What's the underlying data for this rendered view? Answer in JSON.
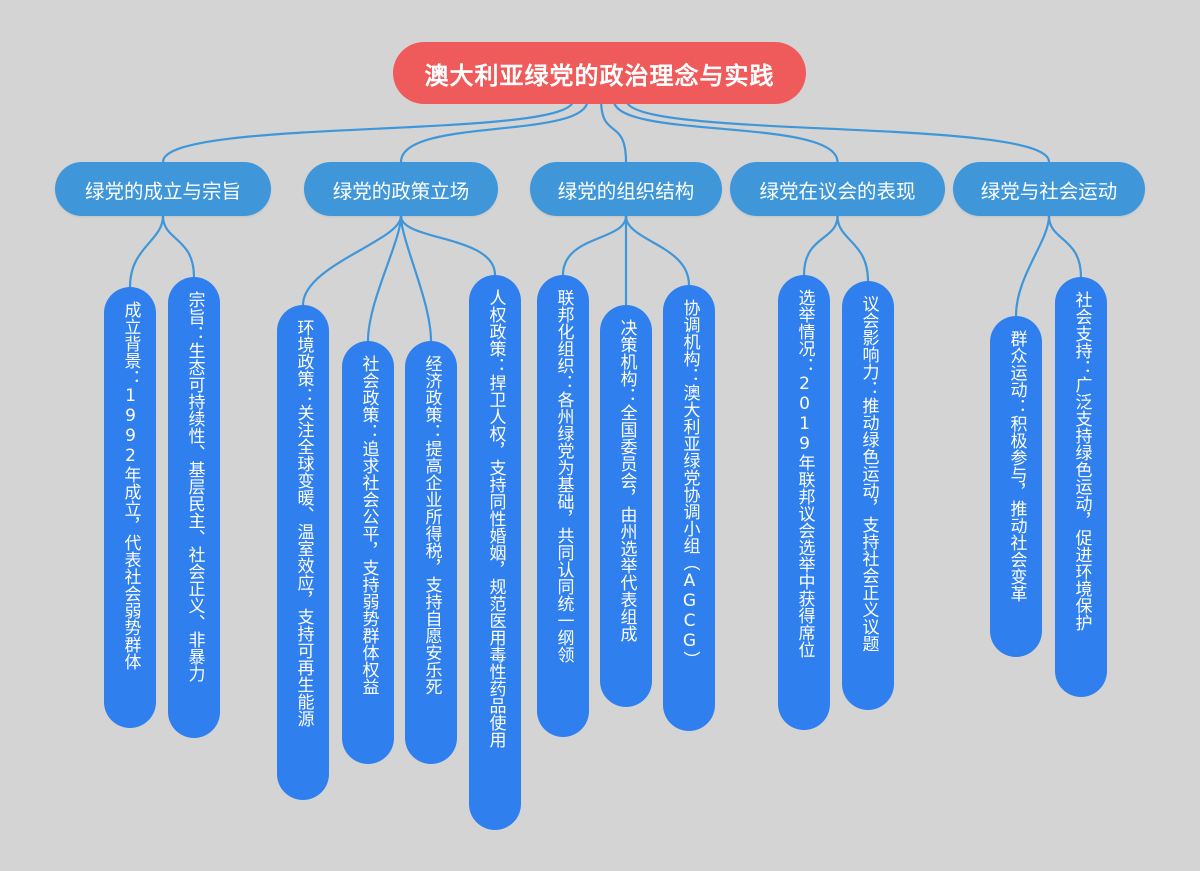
{
  "root": {
    "label": "澳大利亚绿党的政治理念与实践"
  },
  "branches": [
    {
      "label": "绿党的成立与宗旨",
      "leaves": [
        "成立背景：1992年成立，代表社会弱势群体",
        "宗旨：生态可持续性、基层民主、社会正义、非暴力"
      ]
    },
    {
      "label": "绿党的政策立场",
      "leaves": [
        "环境政策：关注全球变暖、温室效应，支持可再生能源",
        "社会政策：追求社会公平，支持弱势群体权益",
        "经济政策：提高企业所得税，支持自愿安乐死",
        "人权政策：捍卫人权，支持同性婚姻，规范医用毒性药品使用"
      ]
    },
    {
      "label": "绿党的组织结构",
      "leaves": [
        "联邦化组织：各州绿党为基础，共同认同统一纲领",
        "决策机构：全国委员会，由州选举代表组成",
        "协调机构：澳大利亚绿党协调小组（AGCG）"
      ]
    },
    {
      "label": "绿党在议会的表现",
      "leaves": [
        "选举情况：2019年联邦议会选举中获得席位",
        "议会影响力：推动绿色运动，支持社会正义议题"
      ]
    },
    {
      "label": "绿党与社会运动",
      "leaves": [
        "群众运动：积极参与，推动社会变革",
        "社会支持：广泛支持绿色运动，促进环境保护"
      ]
    }
  ],
  "colors": {
    "background": "#d4d4d4",
    "root": "#ef5b5b",
    "branch": "#3f97da",
    "leaf": "#2f7fef",
    "connector": "#3f97da"
  }
}
